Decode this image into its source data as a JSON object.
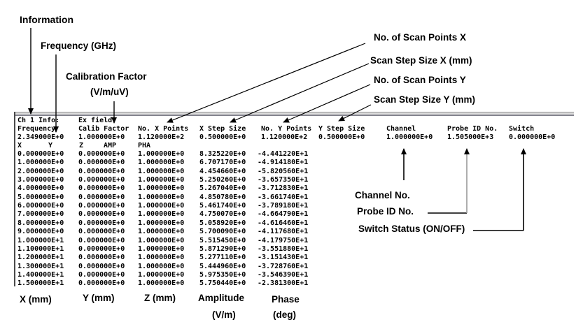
{
  "annotations": {
    "information": "Information",
    "frequency": "Frequency (GHz)",
    "calibration_line1": "Calibration Factor",
    "calibration_line2": "(V/m/uV)",
    "scan_points_x": "No. of Scan Points X",
    "scan_step_x": "Scan Step Size X (mm)",
    "scan_points_y": "No. of Scan Points Y",
    "scan_step_y": "Scan Step Size Y (mm)",
    "channel": "Channel No.",
    "probe_id": "Probe ID No.",
    "switch": "Switch Status (ON/OFF)"
  },
  "bottom_labels": {
    "x": "X (mm)",
    "y": "Y (mm)",
    "z": "Z (mm)",
    "amplitude_line1": "Amplitude",
    "amplitude_line2": "(V/m)",
    "phase_line1": "Phase",
    "phase_line2": "(deg)"
  },
  "file_dump": {
    "info_row": [
      "Ch 1 Info:",
      "Ex field"
    ],
    "header_row": [
      "Frequency",
      "Calib Factor",
      "No. X Points",
      "X Step Size",
      "No. Y Points",
      "Y Step Size",
      "Channel",
      "Probe ID No.",
      "Switch"
    ],
    "header_values": [
      "2.349000E+0",
      "1.000000E+0",
      "1.120000E+2",
      "0.500000E+0",
      "1.120000E+2",
      "0.500000E+0",
      "1.000000E+0",
      "1.505000E+3",
      "0.000000E+0"
    ],
    "data_header": [
      "X",
      "Y",
      "Z",
      "AMP",
      "PHA"
    ],
    "rows": [
      [
        "0.000000E+0",
        "0.000000E+0",
        "1.000000E+0",
        "8.325220E+0",
        "-4.441220E+1"
      ],
      [
        "1.000000E+0",
        "0.000000E+0",
        "1.000000E+0",
        "6.707170E+0",
        "-4.914180E+1"
      ],
      [
        "2.000000E+0",
        "0.000000E+0",
        "1.000000E+0",
        "4.454660E+0",
        "-5.820560E+1"
      ],
      [
        "3.000000E+0",
        "0.000000E+0",
        "1.000000E+0",
        "5.250260E+0",
        "-3.657350E+1"
      ],
      [
        "4.000000E+0",
        "0.000000E+0",
        "1.000000E+0",
        "5.267040E+0",
        "-3.712830E+1"
      ],
      [
        "5.000000E+0",
        "0.000000E+0",
        "1.000000E+0",
        "4.850780E+0",
        "-3.661740E+1"
      ],
      [
        "6.000000E+0",
        "0.000000E+0",
        "1.000000E+0",
        "5.461740E+0",
        "-3.789180E+1"
      ],
      [
        "7.000000E+0",
        "0.000000E+0",
        "1.000000E+0",
        "4.750070E+0",
        "-4.664790E+1"
      ],
      [
        "8.000000E+0",
        "0.000000E+0",
        "1.000000E+0",
        "5.058920E+0",
        "-4.616460E+1"
      ],
      [
        "9.000000E+0",
        "0.000000E+0",
        "1.000000E+0",
        "5.700090E+0",
        "-4.117680E+1"
      ],
      [
        "1.000000E+1",
        "0.000000E+0",
        "1.000000E+0",
        "5.515450E+0",
        "-4.179750E+1"
      ],
      [
        "1.100000E+1",
        "0.000000E+0",
        "1.000000E+0",
        "5.871290E+0",
        "-3.551880E+1"
      ],
      [
        "1.200000E+1",
        "0.000000E+0",
        "1.000000E+0",
        "5.277110E+0",
        "-3.151430E+1"
      ],
      [
        "1.300000E+1",
        "0.000000E+0",
        "1.000000E+0",
        "5.444960E+0",
        "-3.728760E+1"
      ],
      [
        "1.400000E+1",
        "0.000000E+0",
        "1.000000E+0",
        "5.975350E+0",
        "-3.546390E+1"
      ],
      [
        "1.500000E+1",
        "0.000000E+0",
        "1.000000E+0",
        "5.750440E+0",
        "-2.381300E+1"
      ]
    ]
  },
  "colors": {
    "text": "#000000",
    "arrow": "#000000",
    "probe_stem_gray": "#9a9a9a",
    "bar_fill": "#dcdcdc",
    "bar_edge": "#84848e"
  }
}
